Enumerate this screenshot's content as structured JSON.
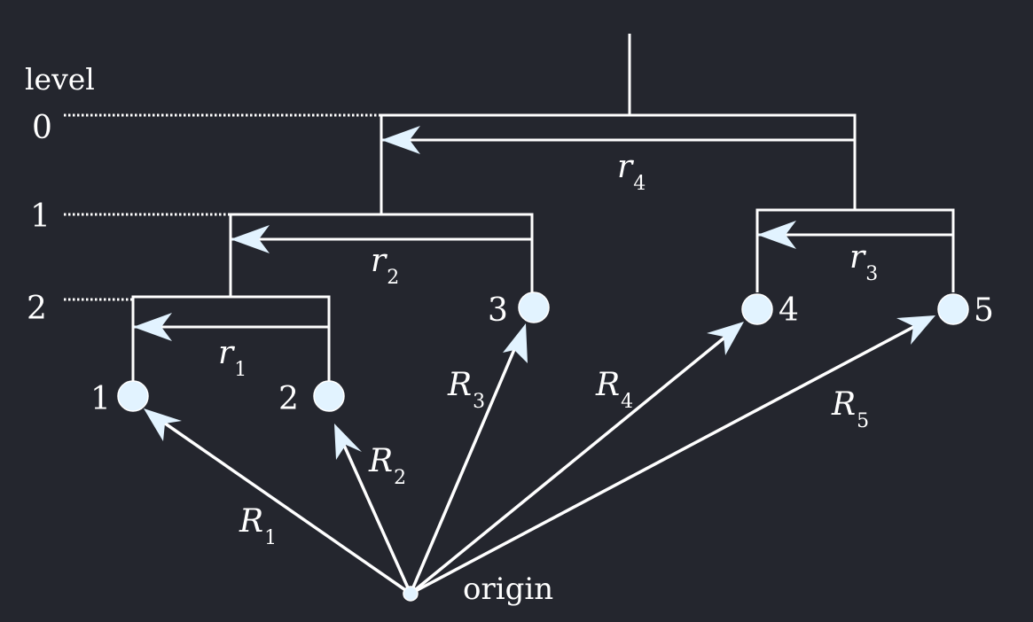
{
  "diagram": {
    "level_heading": "level",
    "levels": [
      "0",
      "1",
      "2"
    ],
    "node_labels": [
      "1",
      "2",
      "3",
      "4",
      "5"
    ],
    "origin_label": "origin",
    "bond_vectors": [
      {
        "symbol": "r",
        "subscript": "1"
      },
      {
        "symbol": "r",
        "subscript": "2"
      },
      {
        "symbol": "r",
        "subscript": "3"
      },
      {
        "symbol": "r",
        "subscript": "4"
      }
    ],
    "position_vectors": [
      {
        "symbol": "R",
        "subscript": "1"
      },
      {
        "symbol": "R",
        "subscript": "2"
      },
      {
        "symbol": "R",
        "subscript": "3"
      },
      {
        "symbol": "R",
        "subscript": "4"
      },
      {
        "symbol": "R",
        "subscript": "5"
      }
    ],
    "colors": {
      "background": "#24262e",
      "stroke": "#ffffff",
      "node_fill": "#e2f3ff"
    }
  }
}
